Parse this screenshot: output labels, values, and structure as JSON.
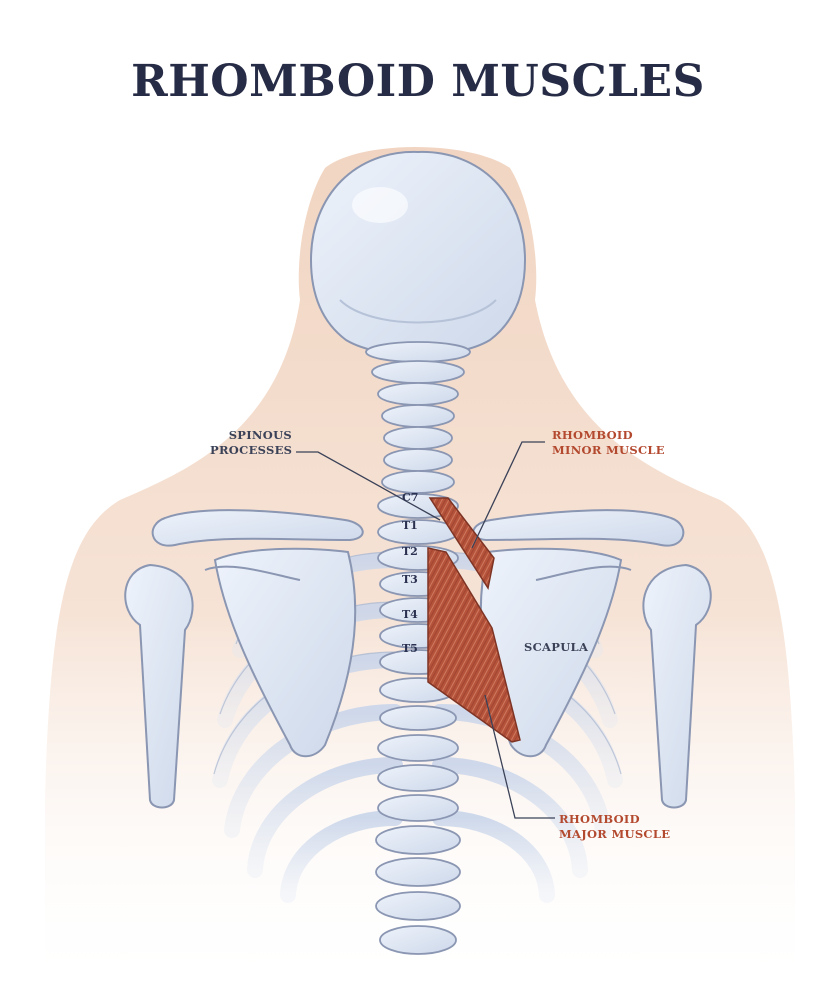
{
  "title": "RHOMBOID MUSCLES",
  "labels": {
    "spinous_processes": [
      "SPINOUS",
      "PROCESSES"
    ],
    "rhomboid_minor": [
      "RHOMBOID",
      "MINOR MUSCLE"
    ],
    "rhomboid_major": [
      "RHOMBOID",
      "MAJOR MUSCLE"
    ],
    "scapula": "SCAPULA"
  },
  "vertebrae": [
    "C7",
    "T1",
    "T2",
    "T3",
    "T4",
    "T5"
  ],
  "colors": {
    "bone": "#dde6f4",
    "bone_outline": "#8a96b2",
    "skin": "#f1d5c2",
    "muscle": "#b4523a",
    "title": "#262b46",
    "label_red": "#b3492f",
    "label_dark": "#3b4258"
  }
}
